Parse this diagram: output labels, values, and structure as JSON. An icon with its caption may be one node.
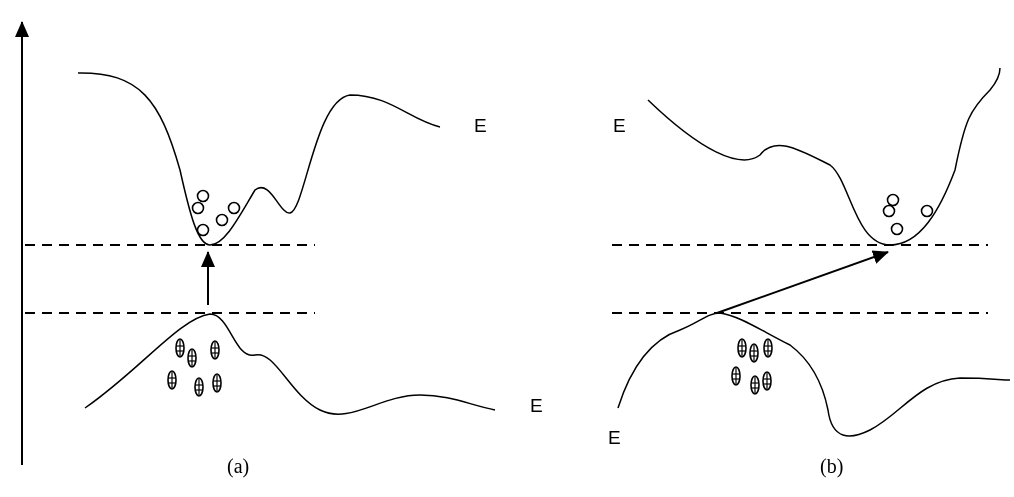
{
  "diagram": {
    "labels": [
      "E",
      "E",
      "E",
      "E",
      "(a)",
      "(b)"
    ]
  }
}
